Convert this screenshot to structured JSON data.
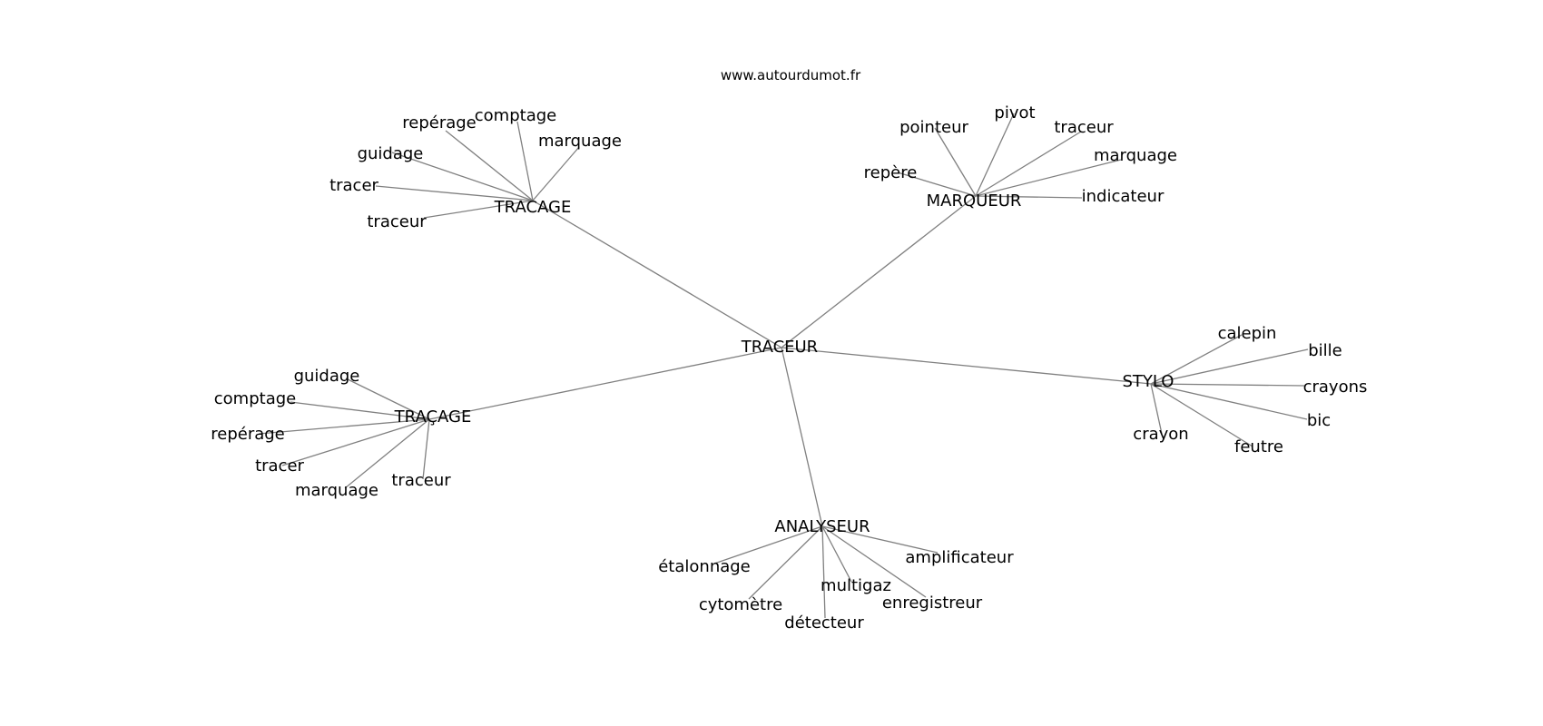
{
  "site": "www.autourdumot.fr",
  "root": "TRACEUR",
  "clusters": [
    {
      "label": "TRACAGE",
      "children": [
        "repérage",
        "comptage",
        "marquage",
        "guidage",
        "tracer",
        "traceur"
      ]
    },
    {
      "label": "MARQUEUR",
      "children": [
        "pointeur",
        "pivot",
        "traceur",
        "marquage",
        "repère",
        "indicateur"
      ]
    },
    {
      "label": "TRAÇAGE",
      "children": [
        "guidage",
        "comptage",
        "repérage",
        "tracer",
        "marquage",
        "traceur"
      ]
    },
    {
      "label": "STYLO",
      "children": [
        "calepin",
        "bille",
        "crayons",
        "bic",
        "crayon",
        "feutre"
      ]
    },
    {
      "label": "ANALYSEUR",
      "children": [
        "étalonnage",
        "cytomètre",
        "détecteur",
        "multigaz",
        "amplificateur",
        "enregistreur"
      ]
    }
  ]
}
